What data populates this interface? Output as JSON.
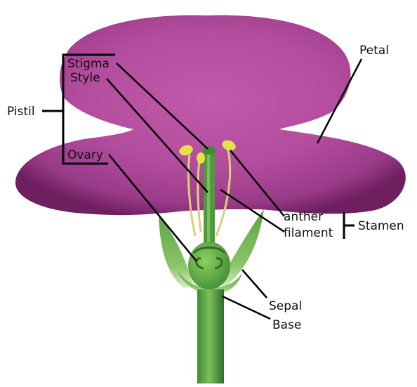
{
  "labels": {
    "stigma": "Stigma",
    "style": "Style",
    "pistil": "Pistil",
    "ovary": "Ovary",
    "petal": "Petal",
    "anther": "anther",
    "filament": "filament",
    "stamen": "Stamen",
    "sepal": "Sepal",
    "base": "Base"
  },
  "colors": {
    "petal_light": "#d070b8",
    "petal_mid": "#b04a98",
    "petal_dark": "#6e1f60",
    "green_light": "#9ccf6a",
    "green_mid": "#4f9a3c",
    "green_dark": "#2f6e28",
    "anther": "#e6e04a",
    "filament": "#d9cf7a",
    "line": "#000000"
  }
}
